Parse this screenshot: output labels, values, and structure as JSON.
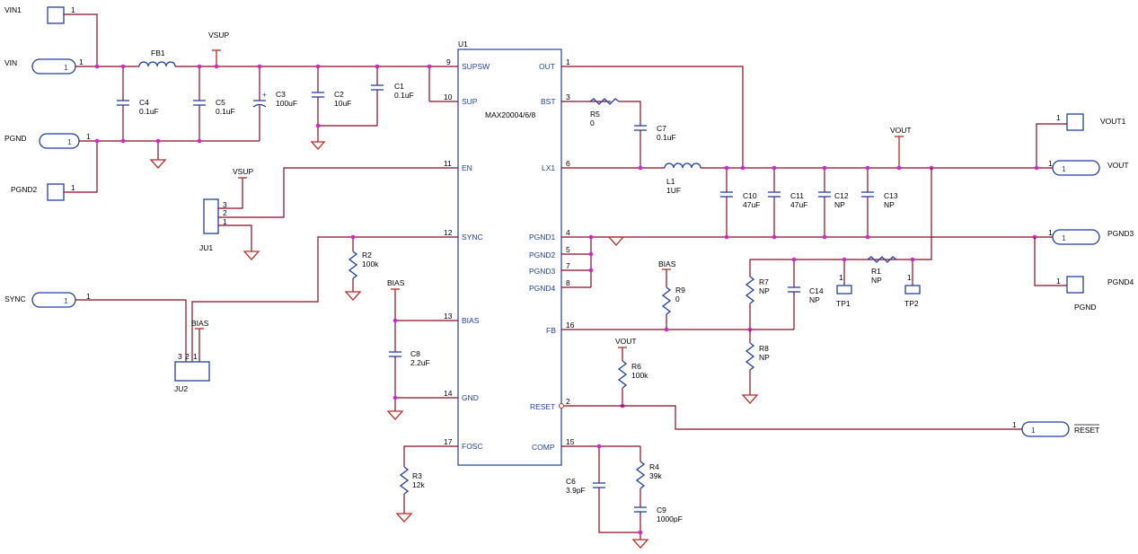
{
  "ic": {
    "ref": "U1",
    "part": "MAX20004/6/8"
  },
  "ic_pins_left": [
    {
      "num": "9",
      "name": "SUPSW"
    },
    {
      "num": "10",
      "name": "SUP"
    },
    {
      "num": "11",
      "name": "EN"
    },
    {
      "num": "12",
      "name": "SYNC"
    },
    {
      "num": "13",
      "name": "BIAS"
    },
    {
      "num": "14",
      "name": "GND"
    },
    {
      "num": "17",
      "name": "FOSC"
    }
  ],
  "ic_pins_right": [
    {
      "num": "1",
      "name": "OUT"
    },
    {
      "num": "3",
      "name": "BST"
    },
    {
      "num": "6",
      "name": "LX1"
    },
    {
      "num": "4",
      "name": "PGND1"
    },
    {
      "num": "5",
      "name": "PGND2"
    },
    {
      "num": "7",
      "name": "PGND3"
    },
    {
      "num": "8",
      "name": "PGND4"
    },
    {
      "num": "16",
      "name": "FB"
    },
    {
      "num": "2",
      "name": "RESET"
    },
    {
      "num": "15",
      "name": "COMP"
    }
  ],
  "connectors": [
    {
      "name": "VIN1",
      "pin": "1"
    },
    {
      "name": "VIN",
      "pin": "1"
    },
    {
      "name": "PGND",
      "pin": "1"
    },
    {
      "name": "PGND2",
      "pin": "1"
    },
    {
      "name": "SYNC",
      "pin": "1"
    },
    {
      "name": "VOUT1",
      "pin": "1"
    },
    {
      "name": "VOUT",
      "pin": "1"
    },
    {
      "name": "PGND3",
      "pin": "1"
    },
    {
      "name": "PGND4",
      "pin": "1"
    },
    {
      "name": "PGND",
      "pin": "1"
    },
    {
      "name": "RESET",
      "pin": "1"
    }
  ],
  "components": [
    {
      "ref": "FB1",
      "value": ""
    },
    {
      "ref": "C4",
      "value": "0.1uF"
    },
    {
      "ref": "C5",
      "value": "0.1uF"
    },
    {
      "ref": "C3",
      "value": "100uF"
    },
    {
      "ref": "C2",
      "value": "10uF"
    },
    {
      "ref": "C1",
      "value": "0.1uF"
    },
    {
      "ref": "R5",
      "value": "0"
    },
    {
      "ref": "C7",
      "value": "0.1uF"
    },
    {
      "ref": "L1",
      "value": "1UF"
    },
    {
      "ref": "C10",
      "value": "47uF"
    },
    {
      "ref": "C11",
      "value": "47uF"
    },
    {
      "ref": "C12",
      "value": "NP"
    },
    {
      "ref": "C13",
      "value": "NP"
    },
    {
      "ref": "R2",
      "value": "100k"
    },
    {
      "ref": "C8",
      "value": "2.2uF"
    },
    {
      "ref": "R3",
      "value": "12k"
    },
    {
      "ref": "R9",
      "value": "0"
    },
    {
      "ref": "R7",
      "value": "NP"
    },
    {
      "ref": "R1",
      "value": "NP"
    },
    {
      "ref": "C14",
      "value": "NP"
    },
    {
      "ref": "R8",
      "value": "NP"
    },
    {
      "ref": "R6",
      "value": "100k"
    },
    {
      "ref": "C6",
      "value": "3.9pF"
    },
    {
      "ref": "R4",
      "value": "39k"
    },
    {
      "ref": "C9",
      "value": "1000pF"
    }
  ],
  "jumpers": [
    {
      "ref": "JU1",
      "pins": [
        "3",
        "2",
        "1"
      ]
    },
    {
      "ref": "JU2",
      "pins": [
        "3",
        "2",
        "1"
      ]
    }
  ],
  "testpoints": [
    {
      "ref": "TP1",
      "pin": "1"
    },
    {
      "ref": "TP2",
      "pin": "1"
    }
  ],
  "nets": {
    "vsup": "VSUP",
    "vout": "VOUT",
    "bias": "BIAS"
  },
  "colors": {
    "wire": "#8B0A23",
    "component": "#1F3FA6",
    "junction": "#D61FD6",
    "ground": "#C0281E"
  }
}
